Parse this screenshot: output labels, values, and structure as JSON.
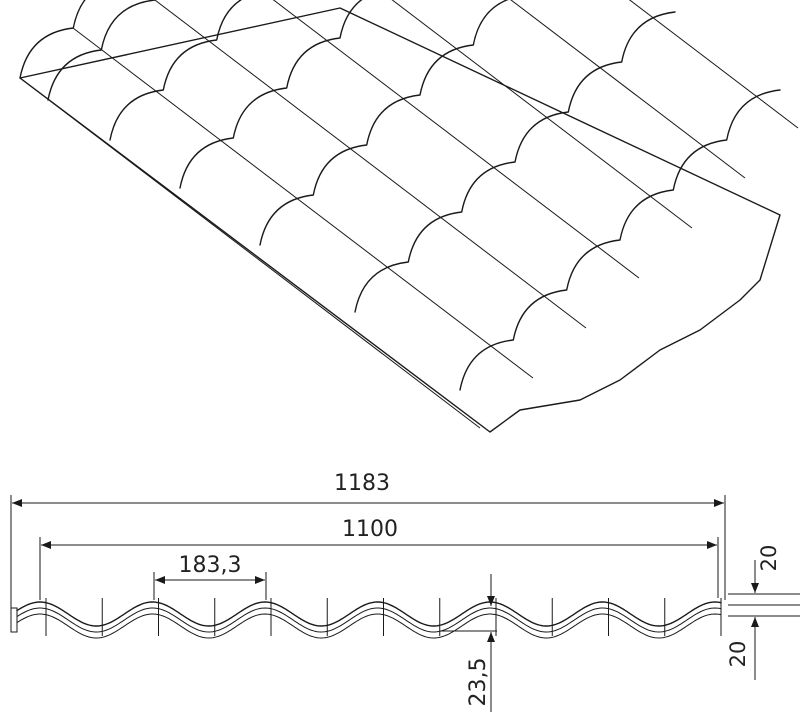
{
  "dimensions": {
    "overall_width": "1183",
    "effective_width": "1100",
    "wave_pitch": "183,3",
    "profile_height": "23,5",
    "step_top": "20",
    "step_bottom": "20"
  },
  "colors": {
    "stroke": "#1a1a1a",
    "background": "#ffffff"
  }
}
